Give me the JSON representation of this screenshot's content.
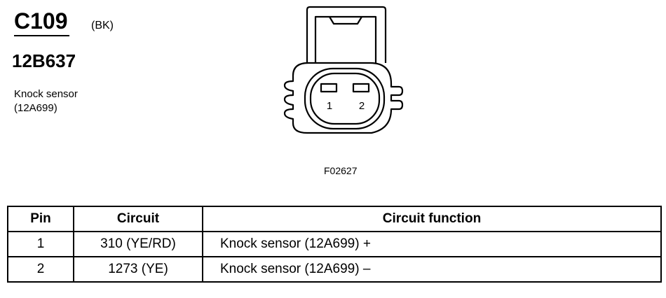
{
  "connector": {
    "id": "C109",
    "color": "(BK)",
    "part_number": "12B637",
    "description_lines": [
      "Knock sensor",
      "(12A699)"
    ]
  },
  "diagram": {
    "pin_labels": [
      "1",
      "2"
    ],
    "figure_id": "F02627"
  },
  "table": {
    "headers": [
      "Pin",
      "Circuit",
      "Circuit function"
    ],
    "rows": [
      {
        "pin": "1",
        "circuit": "310 (YE/RD)",
        "function": "Knock sensor (12A699) +"
      },
      {
        "pin": "2",
        "circuit": "1273 (YE)",
        "function": "Knock sensor (12A699) –"
      }
    ]
  }
}
